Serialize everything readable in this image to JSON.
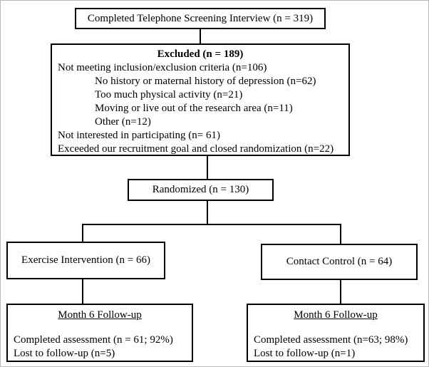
{
  "flowchart": {
    "top_box": {
      "label": "Completed Telephone Screening Interview (n = 319)"
    },
    "excluded_box": {
      "title": "Excluded (n = 189)",
      "lines": [
        "Not meeting inclusion/exclusion criteria (n=106)",
        "No history or maternal history of depression (n=62)",
        "Too much physical activity (n=21)",
        "Moving or live out of the research area (n=11)",
        "Other (n=12)",
        "Not interested in participating (n= 61)",
        "Exceeded our recruitment goal and closed randomization (n=22)"
      ]
    },
    "randomized_box": {
      "label": "Randomized (n = 130)"
    },
    "exercise_box": {
      "label": "Exercise Intervention (n = 66)"
    },
    "control_box": {
      "label": "Contact Control (n = 64)"
    },
    "exercise_followup": {
      "title": "Month 6 Follow-up",
      "lines": [
        "Completed assessment (n = 61; 92%)",
        "Lost to follow-up (n=5)"
      ]
    },
    "control_followup": {
      "title": "Month 6 Follow-up",
      "lines": [
        "Completed assessment (n=63; 98%)",
        "Lost to follow-up (n=1)"
      ]
    },
    "colors": {
      "line": "#000000",
      "box_border": "#000000",
      "background": "#ffffff"
    }
  }
}
